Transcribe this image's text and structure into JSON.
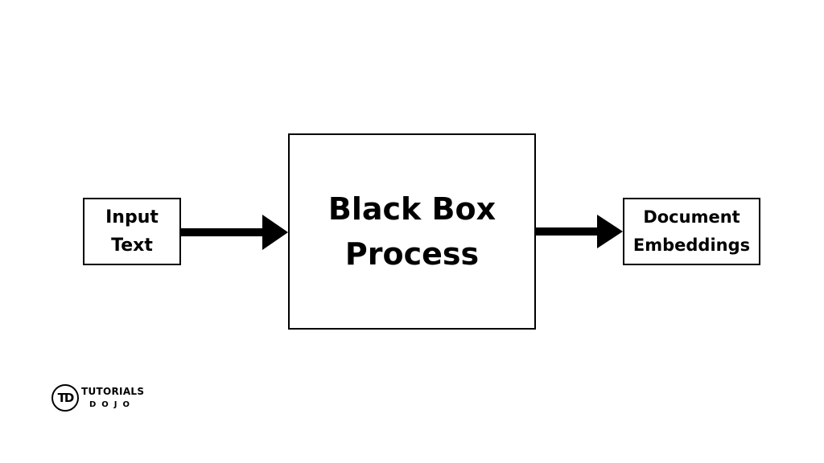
{
  "nodes": {
    "input": {
      "lines": [
        "Input",
        "Text"
      ]
    },
    "process": {
      "lines": [
        "Black Box",
        "Process"
      ]
    },
    "output": {
      "lines": [
        "Document",
        "Embeddings"
      ]
    }
  },
  "edges": [
    {
      "from": "input",
      "to": "process"
    },
    {
      "from": "process",
      "to": "output"
    }
  ],
  "logo": {
    "mark": "TD",
    "top": "TUTORIALS",
    "bottom": "DOJO"
  },
  "colors": {
    "stroke": "#000000",
    "background": "#ffffff"
  }
}
